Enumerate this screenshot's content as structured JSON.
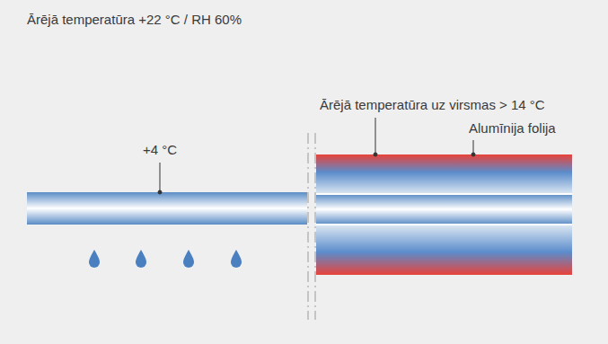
{
  "diagram": {
    "title": "Ārējā temperatūra +22 °C / RH 60%",
    "labels": [
      "+4 °C",
      "Ārējā temperatūra uz virsmas > 14 °C",
      "Alumīnija folija"
    ]
  }
}
